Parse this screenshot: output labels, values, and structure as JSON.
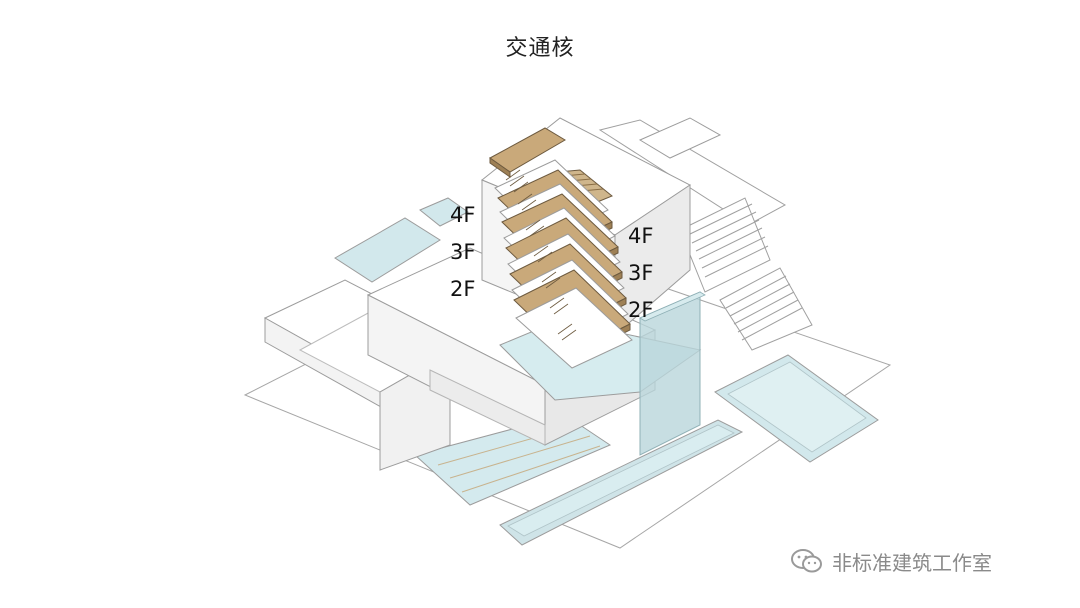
{
  "title": "交通核",
  "left_labels": [
    "4F",
    "3F",
    "2F"
  ],
  "right_labels": [
    "4F",
    "3F",
    "2F"
  ],
  "watermark": "非标准建筑工作室",
  "colors": {
    "stair": "#c9a97a",
    "stair_edge": "#6d5a3f",
    "water": "#cfe6ea",
    "line": "#9c9c9c"
  }
}
